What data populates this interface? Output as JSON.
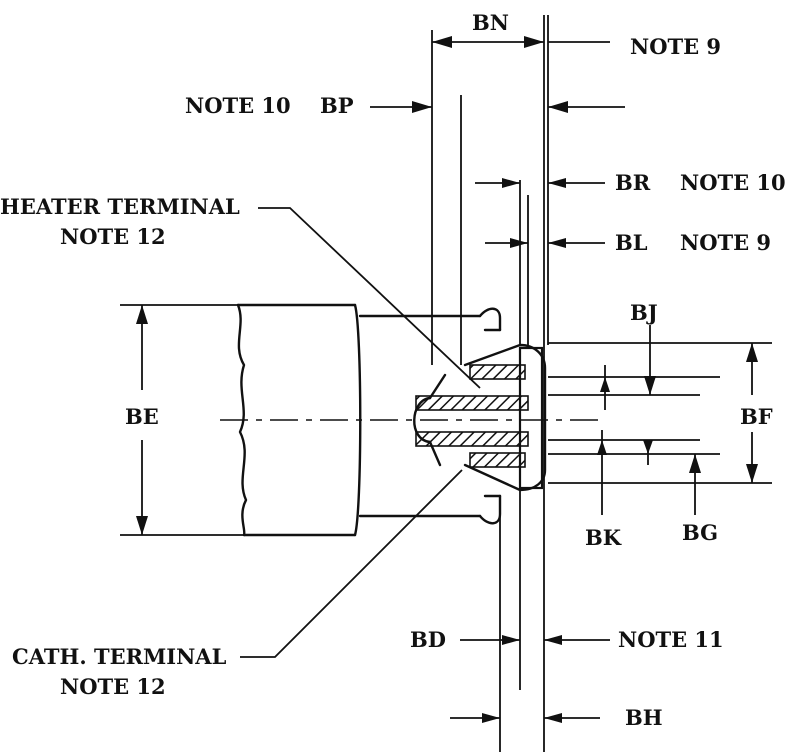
{
  "labels": {
    "bn": "BN",
    "note9_top": "NOTE 9",
    "note10_bp": "NOTE 10",
    "bp": "BP",
    "br": "BR",
    "note10_br": "NOTE 10",
    "heater_terminal": "HEATER TERMINAL",
    "heater_note": "NOTE 12",
    "bl": "BL",
    "note9_bl": "NOTE 9",
    "bj": "BJ",
    "be": "BE",
    "bf": "BF",
    "bk": "BK",
    "bg": "BG",
    "cath_terminal": "CATH. TERMINAL",
    "cath_note": "NOTE 12",
    "bd": "BD",
    "note11": "NOTE 11",
    "bh": "BH"
  }
}
